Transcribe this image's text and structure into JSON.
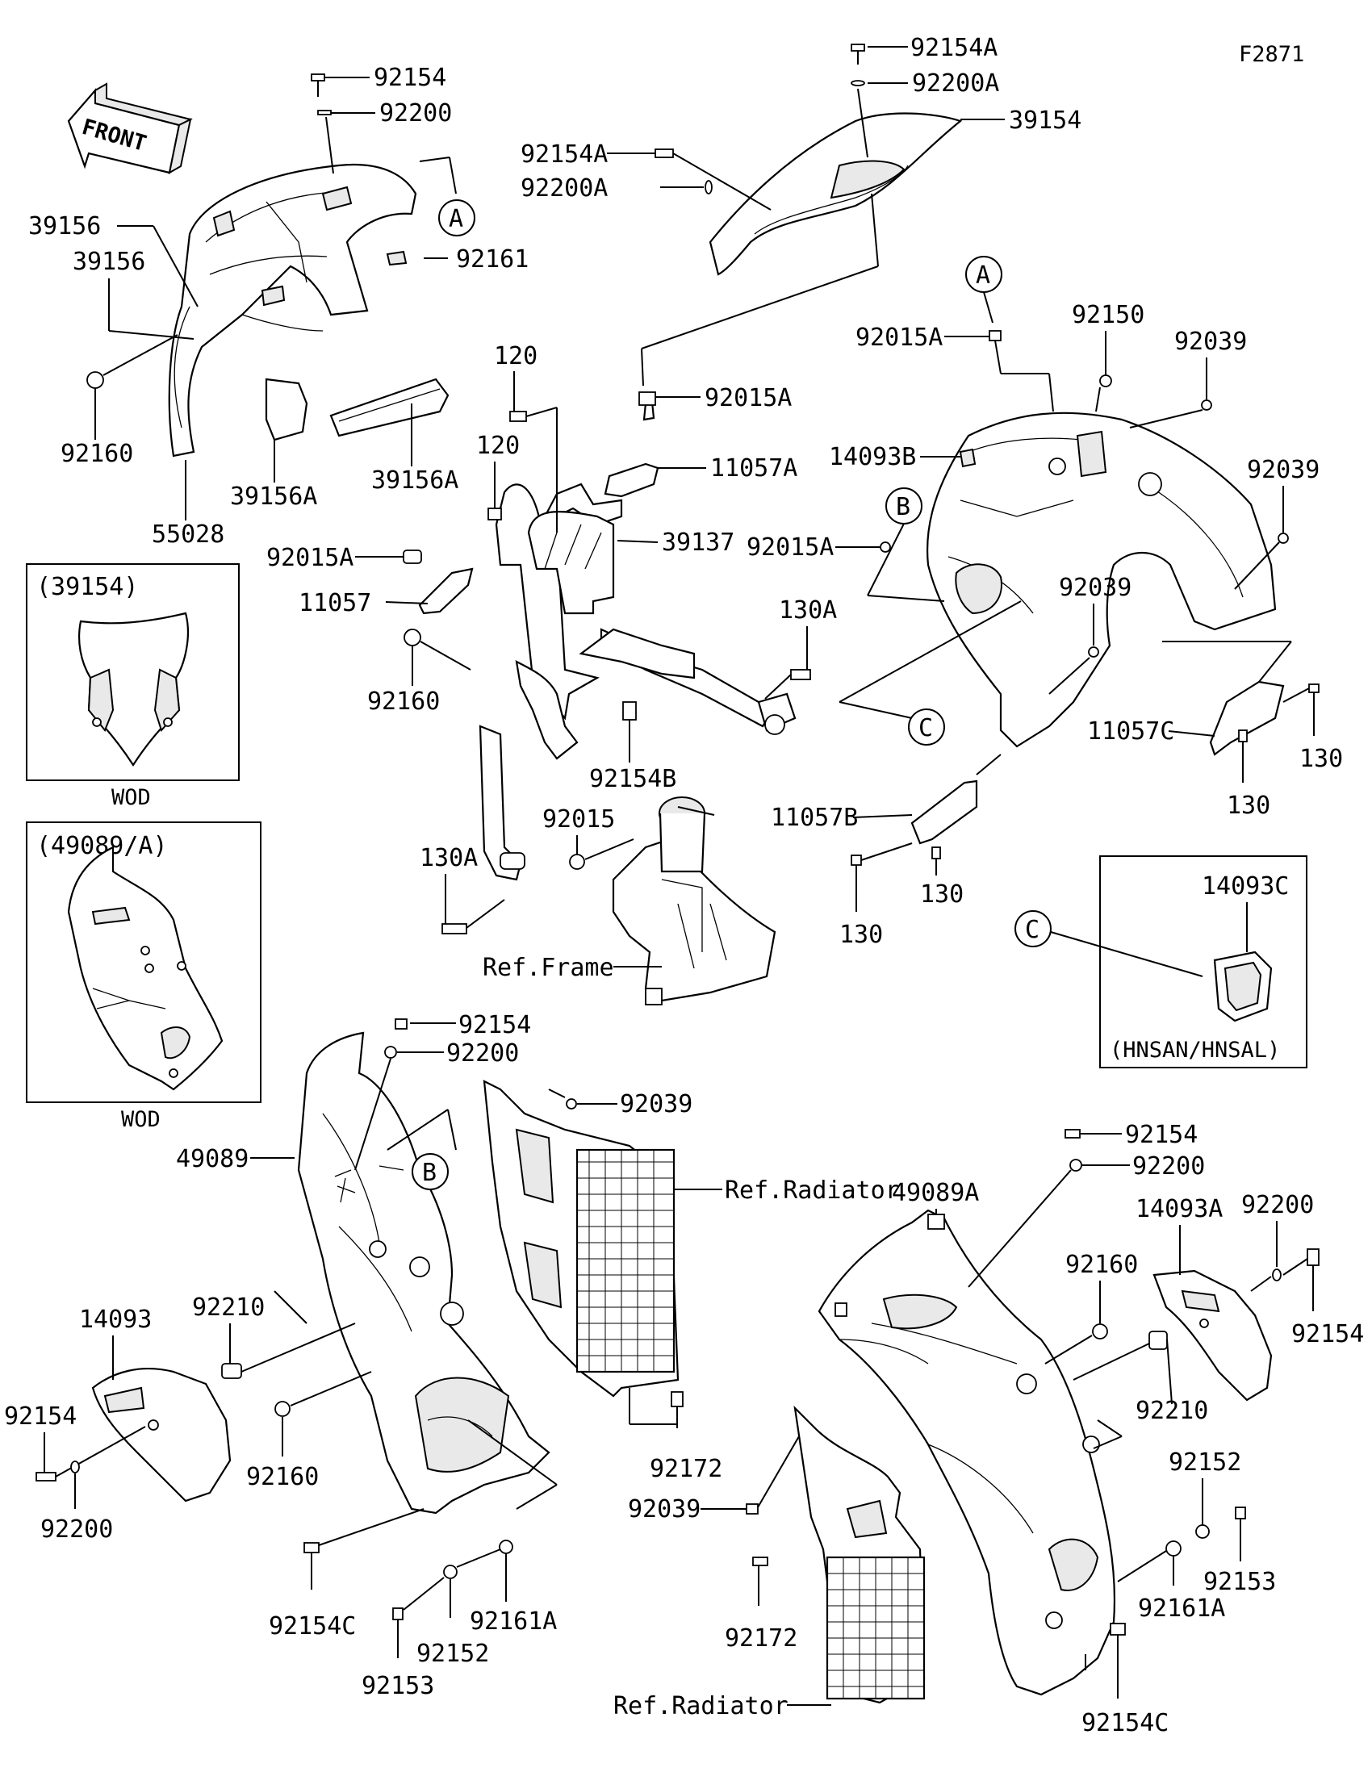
{
  "figure_id": "F2871",
  "front_label": "FRONT",
  "parts": {
    "p92154_top": "92154",
    "p92200_top": "92200",
    "p39156_a": "39156",
    "p39156_b": "39156",
    "p92161": "92161",
    "p92160_tl": "92160",
    "p55028": "55028",
    "p39156A_a": "39156A",
    "p39156A_b": "39156A",
    "p92154A_a": "92154A",
    "p92200A_a": "92200A",
    "p39154": "39154",
    "p92154A_b": "92154A",
    "p92200A_b": "92200A",
    "p92015A_a": "92015A",
    "p120_a": "120",
    "p120_b": "120",
    "p11057A": "11057A",
    "p39137": "39137",
    "p92015A_b": "92015A",
    "p11057": "11057",
    "p92160_c": "92160",
    "p92154B": "92154B",
    "p130A_a": "130A",
    "p130A_b": "130A",
    "p92015": "92015",
    "ref_frame": "Ref.Frame",
    "p92015A_c": "92015A",
    "p92150": "92150",
    "p92039_a": "92039",
    "p14093B": "14093B",
    "p92039_b": "92039",
    "p92015A_d": "92015A",
    "p92039_c": "92039",
    "p11057C": "11057C",
    "p130_a": "130",
    "p130_b": "130",
    "p11057B": "11057B",
    "p130_c": "130",
    "p130_d": "130",
    "p14093C": "14093C",
    "hnsan": "(HNSAN/HNSAL)",
    "p92154_m": "92154",
    "p92200_m": "92200",
    "p49089": "49089",
    "p92039_m": "92039",
    "ref_radiator_a": "Ref.Radiator",
    "p92210_l": "92210",
    "p14093": "14093",
    "p92154_l": "92154",
    "p92200_l": "92200",
    "p92160_l": "92160",
    "p92172_a": "92172",
    "p92039_bl": "92039",
    "p92154C_a": "92154C",
    "p92152_a": "92152",
    "p92161A_a": "92161A",
    "p92153_a": "92153",
    "p92154_r": "92154",
    "p92200_r": "92200",
    "p49089A": "49089A",
    "p14093A": "14093A",
    "p92200_rr": "92200",
    "p92160_r": "92160",
    "p92154_rr": "92154",
    "p92210_r": "92210",
    "p92152_r": "92152",
    "p92153_r": "92153",
    "p92161A_r": "92161A",
    "p92172_r": "92172",
    "ref_radiator_b": "Ref.Radiator",
    "p92154C_r": "92154C"
  },
  "insets": {
    "inset1_title": "(39154)",
    "inset1_caption": "WOD",
    "inset2_title": "(49089/A)",
    "inset2_caption": "WOD"
  },
  "callouts": {
    "A": "A",
    "B": "B",
    "C": "C"
  }
}
